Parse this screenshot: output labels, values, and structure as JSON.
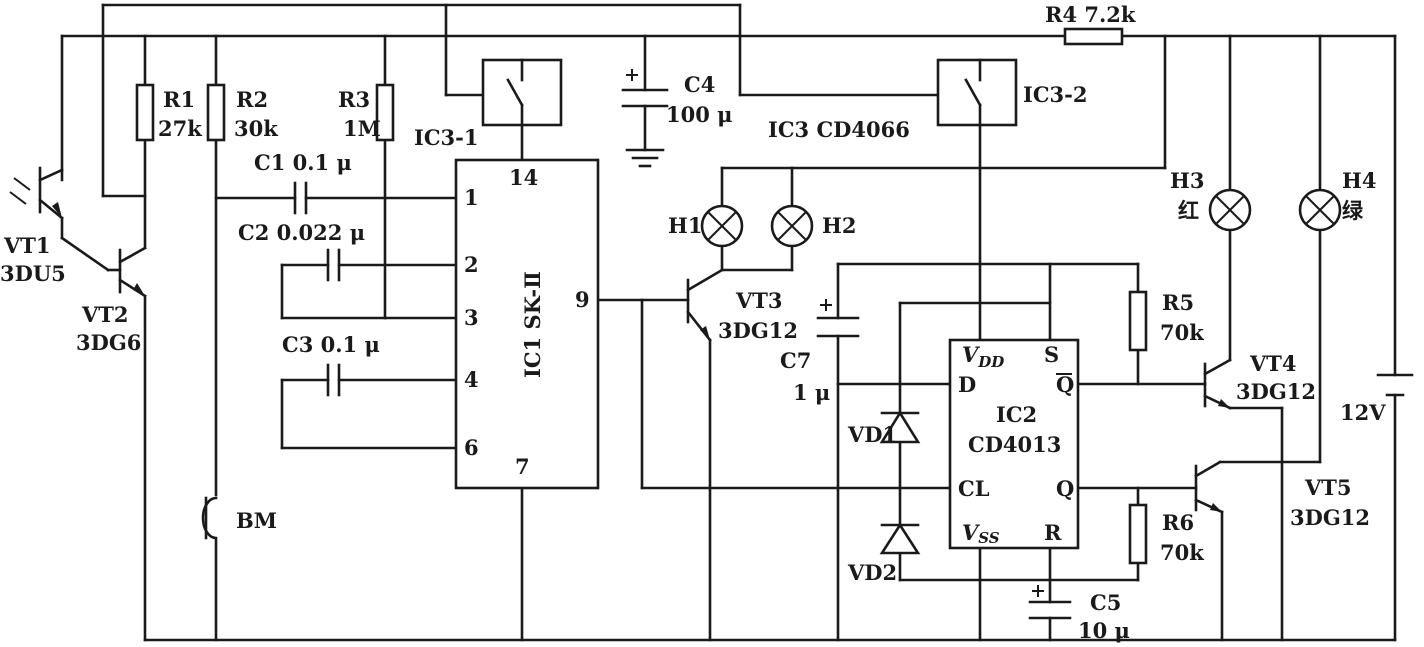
{
  "labels": {
    "R4": "R4  7.2k",
    "R1": "R1",
    "R1v": "27k",
    "R2": "R2",
    "R2v": "30k",
    "R3": "R3",
    "R3v": "1M",
    "C1": "C1  0.1 μ",
    "C2": "C2  0.022 μ",
    "C3": "C3  0.1 μ",
    "C4": "C4",
    "C4v": "100 μ",
    "C5": "C5",
    "C5v": "10 μ",
    "C7": "C7",
    "C7v": "1 μ",
    "IC31": "IC3-1",
    "IC32": "IC3-2",
    "IC3": "IC3  CD4066",
    "IC1": "IC1  SK-Ⅱ",
    "IC2": "IC2",
    "IC2v": "CD4013",
    "VT1": "VT1",
    "VT1v": "3DU5",
    "VT2": "VT2",
    "VT2v": "3DG6",
    "VT3": "VT3",
    "VT3v": "3DG12",
    "VT4": "VT4",
    "VT4v": "3DG12",
    "VT5": "VT5",
    "VT5v": "3DG12",
    "H1": "H1",
    "H2": "H2",
    "H3": "H3",
    "H3c": "红",
    "H4": "H4",
    "H4c": "绿",
    "R5": "R5",
    "R5v": "70k",
    "R6": "R6",
    "R6v": "70k",
    "VD1": "VD1",
    "VD2": "VD2",
    "BM": "BM",
    "V12": "12V",
    "ic1pins": {
      "p1": "1",
      "p2": "2",
      "p3": "3",
      "p4": "4",
      "p6": "6",
      "p7": "7",
      "p9": "9",
      "p14": "14"
    },
    "ic2pins": {
      "vdd": "V",
      "vddsub": "DD",
      "s": "S",
      "d": "D",
      "qbar": "Q",
      "cl": "CL",
      "q": "Q",
      "vss": "V",
      "vsssub": "SS",
      "r": "R"
    }
  }
}
